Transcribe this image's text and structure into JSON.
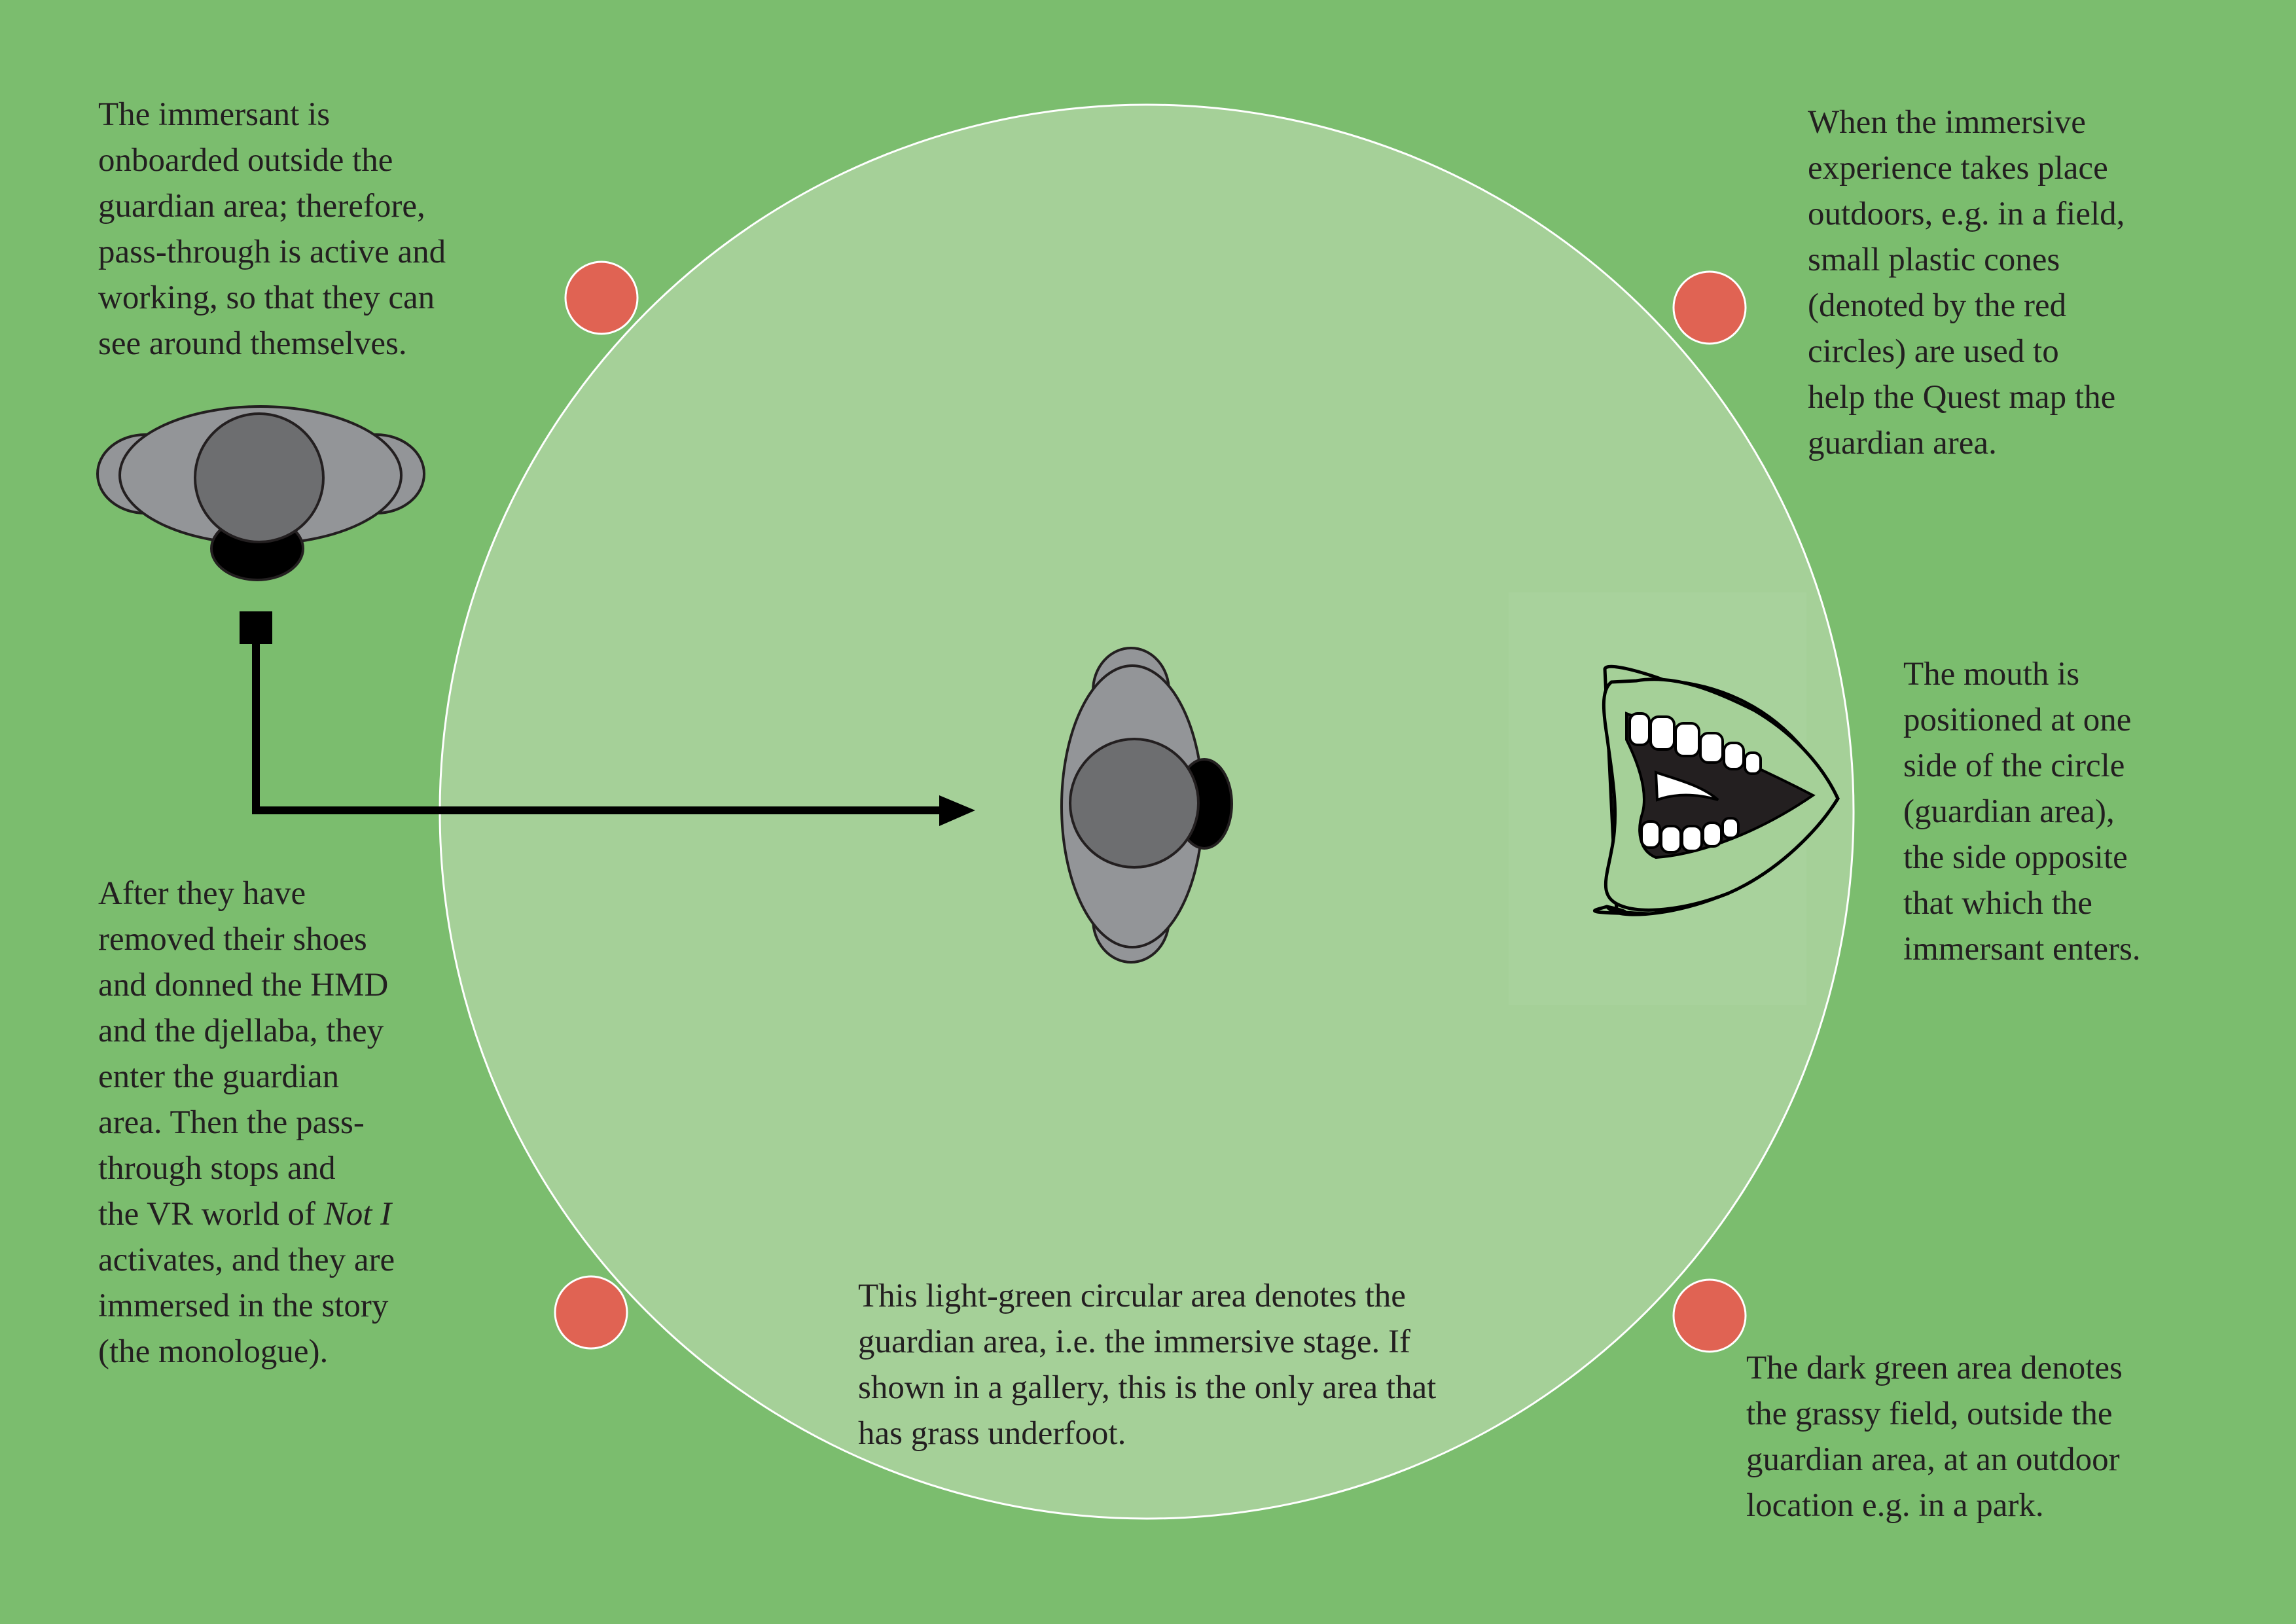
{
  "colors": {
    "field": "#7bbd6e",
    "guardian_area": "#a5d098",
    "cone": "#e06353",
    "head": "#6d6e70",
    "body": "#939598",
    "text": "#231f20"
  },
  "notes": {
    "onboarding": "The immersant is\nonboarded outside the\nguardian area; therefore,\npass-through is active and\nworking, so that they can\nsee around themselves.",
    "cones": "When the immersive\nexperience takes place\noutdoors, e.g. in a field,\nsmall plastic cones\n(denoted by the red\ncircles) are used to\nhelp the Quest map the\nguardian area.",
    "mouth": "The mouth is\npositioned at one\nside of the circle\n(guardian area),\nthe side opposite\nthat which the\nimmersant enters.",
    "enter_part1": "After they have\nremoved their shoes\nand donned the HMD\nand the djellaba, they\nenter the guardian\narea. Then the pass-\nthrough stops and\nthe VR world of ",
    "enter_title": "Not I",
    "enter_part2": "\nactivates, and they are\nimmersed in the story\n(the monologue).",
    "guardian": "This light-green circular area denotes the\nguardian area, i.e. the immersive stage. If\nshown in a gallery, this is the only area that\nhas grass underfoot.",
    "field": "The dark green area denotes\nthe grassy field, outside the\nguardian area, at an outdoor\nlocation e.g. in a park."
  }
}
